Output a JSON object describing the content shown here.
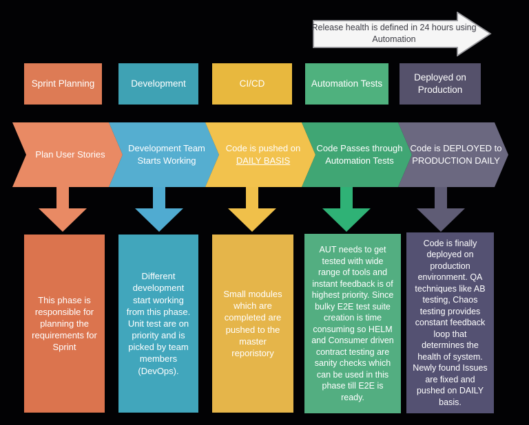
{
  "banner": {
    "label": "Release health is defined in 24 hours using Automation",
    "fill": "#f6f6f6",
    "border": "#97979c",
    "text_color": "#3c3c44"
  },
  "background_color": "#020204",
  "columns": [
    {
      "id": "sprint-planning",
      "header": "Sprint Planning",
      "chevron": "Plan User Stories",
      "chevron_em": "",
      "detail": "This phase is responsible for planning the requirements for Sprint",
      "colors": {
        "header": "#dd7b55",
        "chevron": "#e98a64",
        "arrow": "#e98a64",
        "detail": "#db744e"
      }
    },
    {
      "id": "development",
      "header": "Development",
      "chevron": "Development Team Starts Working",
      "chevron_em": "",
      "detail": "Different development start working from this phase. Unit test are on priority and is picked by team members (DevOps).",
      "colors": {
        "header": "#3fa2b4",
        "chevron": "#55aed0",
        "arrow": "#50abd1",
        "detail": "#41a6bc"
      }
    },
    {
      "id": "ci-cd",
      "header": "CI/CD",
      "chevron": "Code is pushed on",
      "chevron_em": "DAILY BASIS",
      "detail": "Small modules which are completed are pushed to the master reporistory",
      "colors": {
        "header": "#e8b83e",
        "chevron": "#f2c24d",
        "arrow": "#f0c04a",
        "detail": "#e5b54a"
      }
    },
    {
      "id": "automation-tests",
      "header": "Automation Tests",
      "chevron": "Code Passes through Automation Tests",
      "chevron_em": "",
      "detail": "AUT needs to get tested with wide range of tools and instant feedback is of highest priority. Since bulky E2E test suite creation is time consuming so HELM and Consumer driven contract testing are sanity checks which can be used in this phase till E2E is ready.",
      "colors": {
        "header": "#4fb17e",
        "chevron": "#40a674",
        "arrow": "#2fb276",
        "detail": "#53ae81"
      }
    },
    {
      "id": "deployed-on-production",
      "header": "Deployed on Production",
      "chevron": "Code is DEPLOYED to PRODUCTION DAILY",
      "chevron_em": "",
      "detail": "Code is finally deployed on production environment. QA techniques like AB testing, Chaos testing provides constant feedback loop that determines the health of system. Newly found Issues are fixed and pushed on DAILY basis.",
      "colors": {
        "header": "#55516b",
        "chevron": "#6b6880",
        "arrow": "#5f5c75",
        "detail": "#545172"
      }
    }
  ]
}
